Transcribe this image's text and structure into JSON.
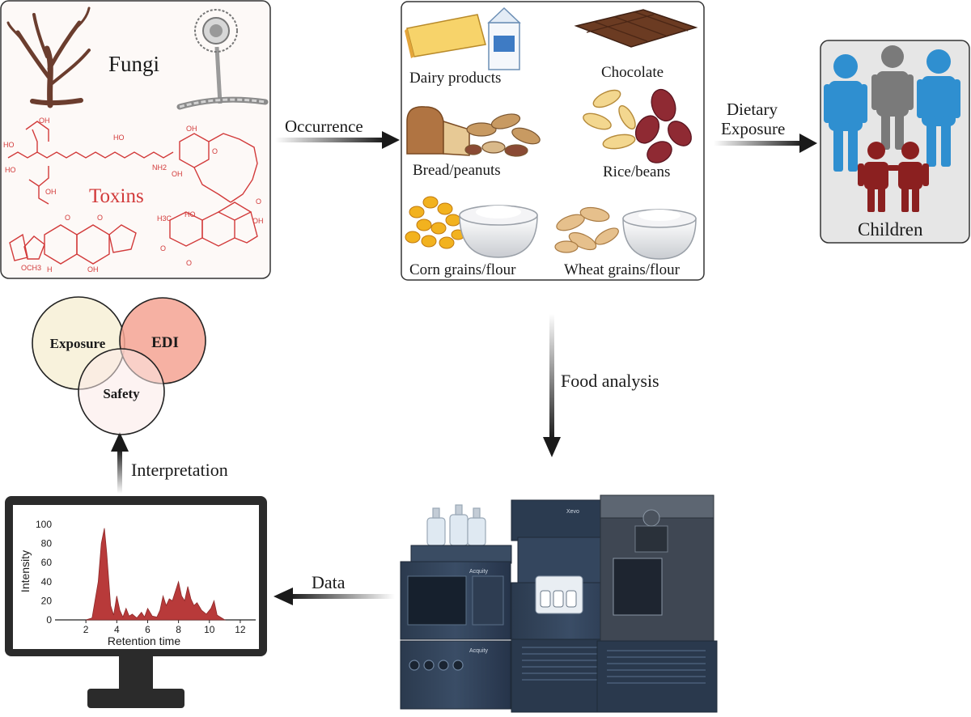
{
  "fungi_panel": {
    "fungi_label": "Fungi",
    "toxins_label": "Toxins",
    "chem_labels": [
      "HO",
      "OH",
      "HO",
      "OH",
      "NH2",
      "HO",
      "OH",
      "OH",
      "O",
      "O",
      "O",
      "O",
      "OCH3",
      "H",
      "OH",
      "HO",
      "OH",
      "O",
      "O",
      "H3C"
    ]
  },
  "food_panel": {
    "items": [
      "Dairy products",
      "Chocolate",
      "Bread/peanuts",
      "Rice/beans",
      "Corn grains/flour",
      "Wheat grains/flour"
    ]
  },
  "children_panel": {
    "label": "Children"
  },
  "arrows": {
    "occurrence": "Occurrence",
    "dietary_line1": "Dietary",
    "dietary_line2": "Exposure",
    "food_analysis": "Food analysis",
    "data": "Data",
    "interpretation": "Interpretation"
  },
  "venn": {
    "circles": [
      {
        "label": "Exposure",
        "color": "#f8f2dc"
      },
      {
        "label": "EDI",
        "color": "#f4a393"
      },
      {
        "label": "Safety",
        "color": "#fbe9e7"
      }
    ]
  },
  "instrument": {
    "brand_labels": [
      "Acquity",
      "Xevo",
      "Acquity"
    ]
  },
  "colors": {
    "adult_blue": "#2f8fd0",
    "adult_grey": "#7a7a7a",
    "child_red": "#8b2020",
    "toxin_red": "#d23a3a",
    "chart_fill": "#b83a3a"
  },
  "chart_data": {
    "type": "area",
    "xlabel": "Retention time",
    "ylabel": "Intensity",
    "xlim": [
      0,
      13
    ],
    "ylim": [
      0,
      100
    ],
    "xticks": [
      2,
      4,
      6,
      8,
      10,
      12
    ],
    "yticks": [
      0,
      20,
      40,
      60,
      80,
      100
    ],
    "x": [
      2.0,
      2.4,
      2.8,
      3.0,
      3.2,
      3.35,
      3.6,
      3.8,
      4.0,
      4.2,
      4.4,
      4.6,
      4.8,
      5.0,
      5.3,
      5.6,
      5.8,
      6.0,
      6.3,
      6.6,
      6.8,
      7.0,
      7.2,
      7.4,
      7.6,
      7.8,
      8.0,
      8.2,
      8.4,
      8.6,
      8.8,
      9.0,
      9.2,
      9.5,
      9.8,
      10.1,
      10.3,
      10.5,
      10.8,
      11.0
    ],
    "y": [
      0,
      2,
      40,
      80,
      96,
      70,
      15,
      5,
      25,
      10,
      3,
      12,
      4,
      6,
      2,
      8,
      3,
      12,
      4,
      3,
      10,
      25,
      15,
      22,
      20,
      30,
      40,
      25,
      20,
      35,
      22,
      15,
      18,
      10,
      6,
      12,
      20,
      5,
      2,
      0
    ]
  }
}
